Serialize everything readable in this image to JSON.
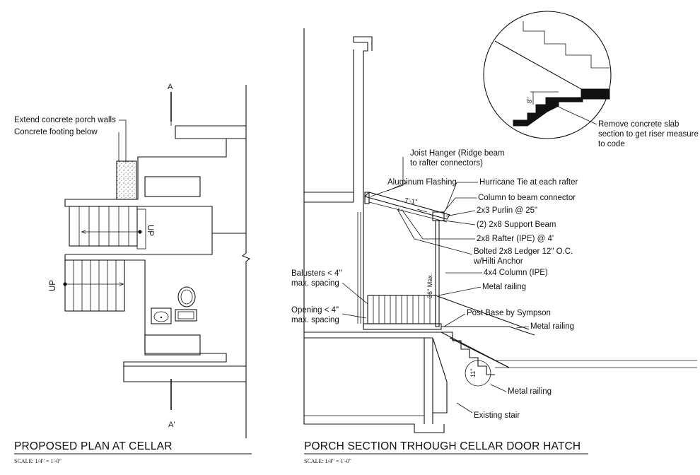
{
  "plan": {
    "notes": {
      "extend_walls": "Extend concrete porch walls",
      "footing": "Concrete footing below"
    },
    "section_mark_top": "A",
    "section_mark_bottom": "A'",
    "up_label_1": "UP",
    "up_label_2": "UP",
    "title": "PROPOSED PLAN AT CELLAR",
    "scale": "SCALE: 1/4\" = 1'-0\""
  },
  "section": {
    "callouts": {
      "joist_hanger_1": "Joist Hanger (Ridge beam",
      "joist_hanger_2": "to rafter connectors)",
      "aluminum_flashing": "Aluminum Flashing",
      "hurricane_tie": "Hurricane Tie at each rafter",
      "column_to_beam": "Column to beam connector",
      "purlin": "2x3 Purlin @ 25\"",
      "support_beam": "(2)   2x8 Support Beam",
      "rafter": "2x8 Rafter (IPE) @ 4'",
      "ledger_1": "Bolted 2x8 Ledger 12\" O.C.",
      "ledger_2": "w/Hilti Anchor",
      "column": "4x4 Column (IPE)",
      "metal_railing_1": "Metal railing",
      "balusters_1": "Balusters < 4\"",
      "balusters_2": "max. spacing",
      "opening_1": "Opening < 4\"",
      "opening_2": "max. spacing",
      "post_base": "Post Base by Sympson",
      "metal_railing_2": "Metal railing",
      "metal_railing_3": "Metal railing",
      "existing_stair": "Existing stair"
    },
    "dimension_span": "7'-1\"",
    "dimension_guard": "36\" Max.",
    "dimension_riser": "11\"",
    "title": "PORCH SECTION TRHOUGH CELLAR DOOR HATCH",
    "scale": "SCALE: 1/4\" = 1'-0\""
  },
  "detail": {
    "note_1": "Remove concrete slab",
    "note_2": "section to get riser measure",
    "note_3": "to code",
    "riser_dim": "8\""
  }
}
